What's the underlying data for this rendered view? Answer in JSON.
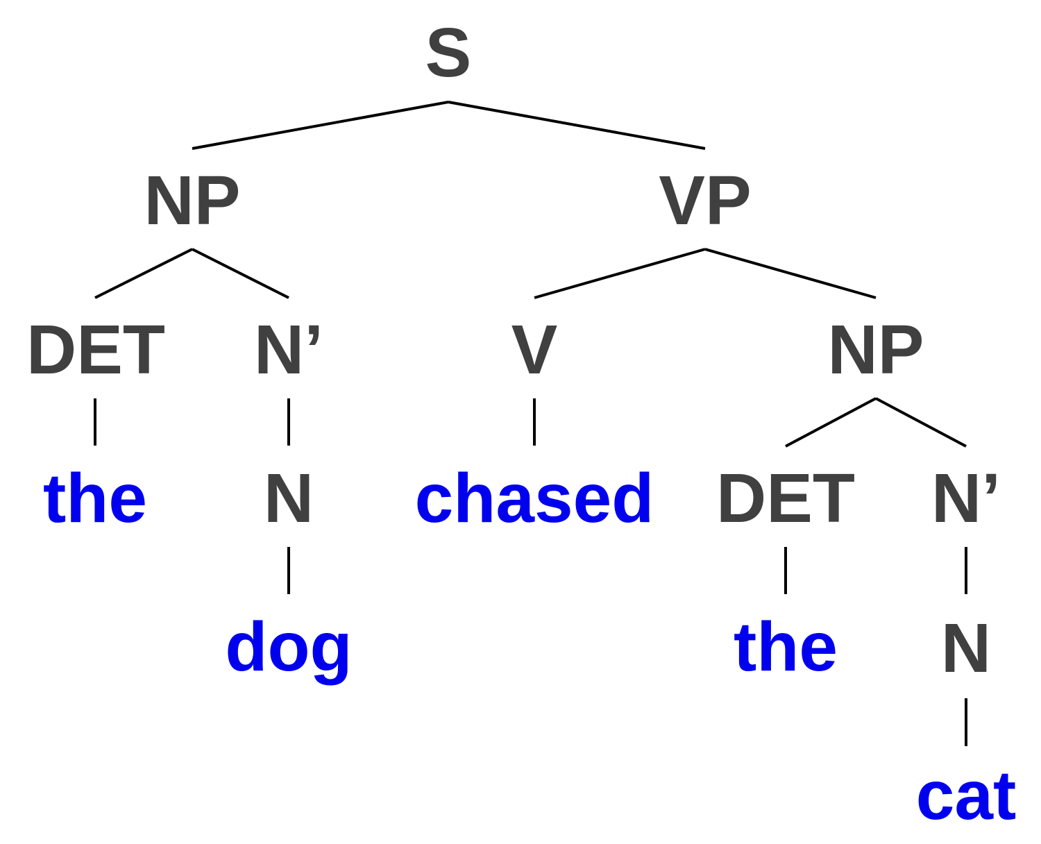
{
  "colors": {
    "category": "#404040",
    "word": "#0000ee",
    "edge": "#000000"
  },
  "tree": {
    "s": "S",
    "subject_np": "NP",
    "subject_det": "DET",
    "subject_the": "the",
    "subject_nbar": "N’",
    "subject_n": "N",
    "subject_dog": "dog",
    "vp": "VP",
    "verb_v": "V",
    "verb_chased": "chased",
    "object_np": "NP",
    "object_det": "DET",
    "object_the": "the",
    "object_nbar": "N’",
    "object_n": "N",
    "object_cat": "cat"
  }
}
